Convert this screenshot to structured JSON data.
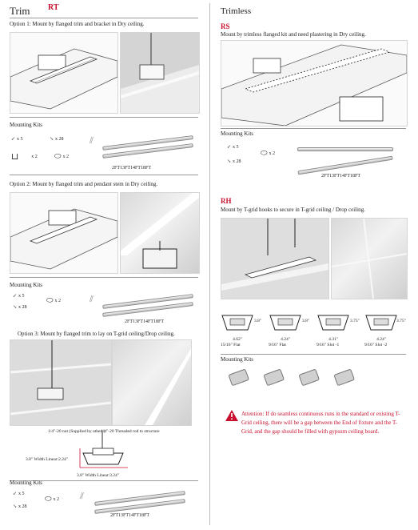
{
  "left": {
    "title": "Trim",
    "code": "RT",
    "options": [
      {
        "text": "Option 1: Mount by flanged trim and bracket in Dry ceiling.",
        "kits_label": "Mounting Kits",
        "kits": [
          {
            "icon": "screw-icon",
            "qty": "x 5"
          },
          {
            "icon": "anchor-icon",
            "qty": "x 28"
          },
          {
            "icon": "bracket-icon",
            "qty": "x 2"
          },
          {
            "icon": "connector-icon",
            "qty": "x 2"
          }
        ],
        "lengths": "2FT13FT14FT18FT"
      },
      {
        "text": "Option 2: Mount by flanged trim and pendant stem in Dry ceiling.",
        "kits_label": "Mounting Kits",
        "kits": [
          {
            "icon": "screw-icon",
            "qty": "x 5"
          },
          {
            "icon": "anchor-icon",
            "qty": "x 28"
          },
          {
            "icon": "connector-icon",
            "qty": "x 2"
          }
        ],
        "lengths": "2FT13FT14FT18FT"
      },
      {
        "text": "Option 3: Mount by flanged trim to lay on T-grid ceiling/Drop ceiling.",
        "kits_label": "Mounting Kits",
        "kits": [
          {
            "icon": "screw-icon",
            "qty": "x 5"
          },
          {
            "icon": "anchor-icon",
            "qty": "x 28"
          },
          {
            "icon": "connector-icon",
            "qty": "x 2"
          }
        ],
        "lengths": "2FT13FT14FT18FT"
      }
    ],
    "dims": {
      "nut": "1/4\"-20 nut (Supplied by others)",
      "rod": "1/4\"-20 Threaded rod to structure",
      "height": "3.8\" Width Linear:2.24\"",
      "width": "3.8\" Width Linear:3.24\""
    }
  },
  "right": {
    "title": "Trimless",
    "rs": {
      "code": "RS",
      "text": "Mount by trimless flanged kit and need plastering in Dry ceiling.",
      "kits_label": "Mounting Kits",
      "kits": [
        {
          "icon": "screw-icon",
          "qty": "x 5"
        },
        {
          "icon": "anchor-icon",
          "qty": "x 28"
        },
        {
          "icon": "connector-icon",
          "qty": "x 2"
        }
      ],
      "lengths": "2FT13FT14FT18FT"
    },
    "rh": {
      "code": "RH",
      "text": "Mount by T-grid hooks to secure in T-grid ceiling / Drop ceiling.",
      "profiles": [
        {
          "width": "4.62\"",
          "height": "3.8\"",
          "label": "15/16\" Flat"
        },
        {
          "width": "4.24\"",
          "height": "3.8\"",
          "label": "9/16\" Flat"
        },
        {
          "width": "4.31\"",
          "height": "3.75\"",
          "label": "9/16\" Slot -1"
        },
        {
          "width": "4.24\"",
          "height": "3.75\"",
          "label": "9/16\" Slot -2"
        }
      ],
      "kits_label": "Mounting Kits"
    },
    "attention": "Attention: If do seamless continuous runs in the standard or existing T-Grid ceiling, there will be a gap between the End of fixture and the T-Grid, and the gap should be filled with gypsum ceiling board."
  },
  "colors": {
    "accent": "#c8102e",
    "rule": "#9a9a9a"
  }
}
